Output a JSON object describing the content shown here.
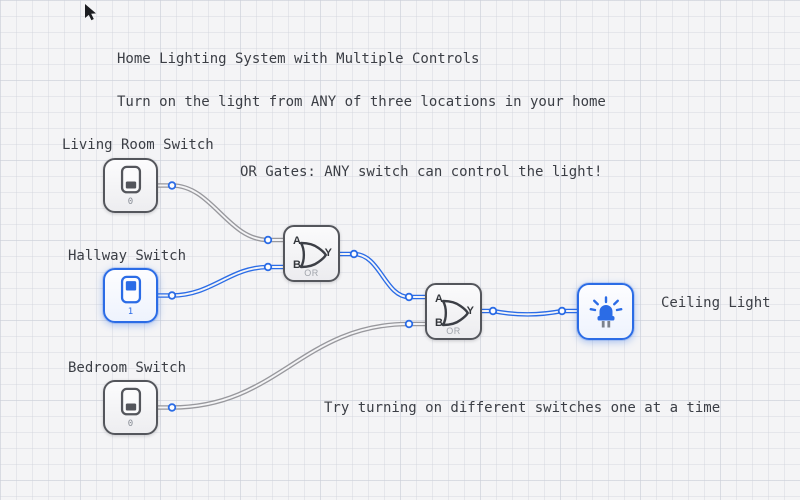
{
  "header": {
    "title": "Home Lighting System with Multiple Controls",
    "subtitle": "Turn on the light from ANY of three locations in your home"
  },
  "annotations": {
    "or_hint": "OR Gates: ANY switch can control the light!",
    "try_hint": "Try turning on different switches one at a time"
  },
  "switches": [
    {
      "label": "Living Room Switch",
      "value": "0",
      "state": "off"
    },
    {
      "label": "Hallway Switch",
      "value": "1",
      "state": "on"
    },
    {
      "label": "Bedroom Switch",
      "value": "0",
      "state": "off"
    }
  ],
  "gates": [
    {
      "input_a_label": "A",
      "input_b_label": "B",
      "output_label": "Y",
      "caption": "OR"
    },
    {
      "input_a_label": "A",
      "input_b_label": "B",
      "output_label": "Y",
      "caption": "OR"
    }
  ],
  "light": {
    "label": "Ceiling Light",
    "state": "on"
  },
  "colors": {
    "wire_on": "#2b6ce6",
    "wire_off": "#98989d",
    "text": "#3b3e45"
  }
}
